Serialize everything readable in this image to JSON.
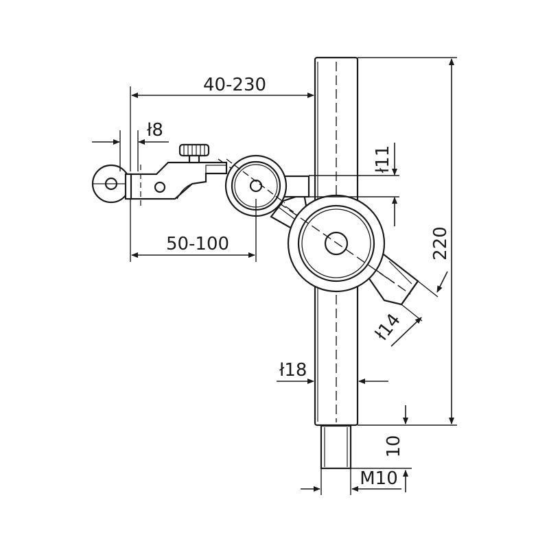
{
  "drawing": {
    "dimensions": {
      "reach": "40-230",
      "arm_diameter": "ł8",
      "arm_length": "50-100",
      "joint_diameter": "ł11",
      "overall_height": "220",
      "cross_arm_diameter": "ł14",
      "column_diameter": "ł18",
      "thread_length": "10",
      "thread": "M10"
    },
    "colors": {
      "line": "#1a1a1a",
      "background": "#ffffff"
    }
  }
}
